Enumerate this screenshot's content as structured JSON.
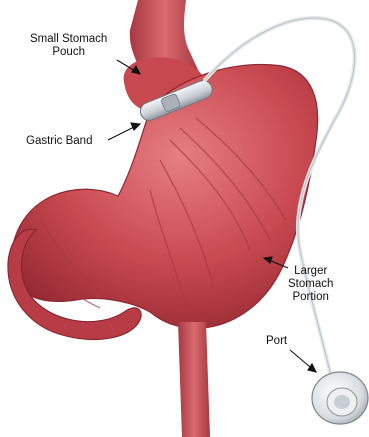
{
  "diagram": {
    "labels": {
      "small_pouch": [
        "Small Stomach",
        "Pouch"
      ],
      "gastric_band": [
        "Gastric Band"
      ],
      "larger_portion": [
        "Larger",
        "Stomach",
        "Portion"
      ],
      "port": [
        "Port"
      ]
    },
    "colors": {
      "stomach": "#c8484f",
      "stomach_light": "#e57e82",
      "stomach_dark": "#8f2630",
      "band": "#d9dde2",
      "tube": "#e4e7ea",
      "background": "#ffffff",
      "text": "#111111"
    }
  }
}
